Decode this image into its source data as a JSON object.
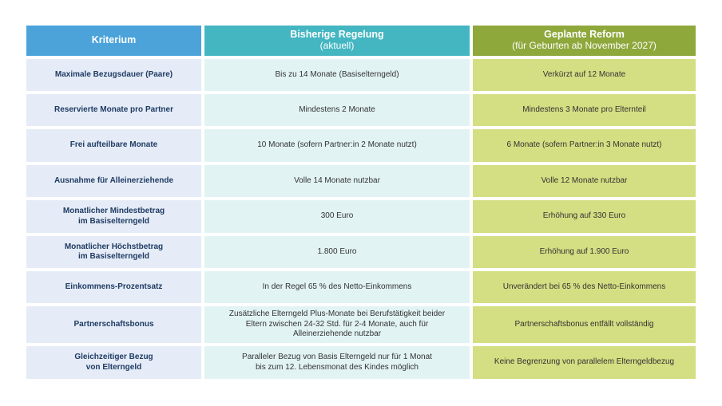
{
  "table": {
    "headers": {
      "kriterium": {
        "title": "Kriterium"
      },
      "bisherig": {
        "title": "Bisherige Regelung",
        "subtitle": "(aktuell)"
      },
      "reform": {
        "title": "Geplante Reform",
        "subtitle": "(für Geburten ab November 2027)"
      }
    },
    "rows": [
      {
        "kriterium": "Maximale Bezugsdauer (Paare)",
        "bisherig": "Bis zu 14 Monate (Basiselterngeld)",
        "reform": "Verkürzt auf 12 Monate"
      },
      {
        "kriterium": "Reservierte Monate pro Partner",
        "bisherig": "Mindestens 2 Monate",
        "reform": "Mindestens 3 Monate pro Elternteil"
      },
      {
        "kriterium": "Frei aufteilbare Monate",
        "bisherig": "10 Monate (sofern Partner:in 2 Monate nutzt)",
        "reform": "6 Monate (sofern Partner:in 3 Monate nutzt)"
      },
      {
        "kriterium": "Ausnahme für Alleinerziehende",
        "bisherig": "Volle 14 Monate nutzbar",
        "reform": "Volle 12 Monate nutzbar"
      },
      {
        "kriterium": "Monatlicher Mindestbetrag\nim Basiselterngeld",
        "bisherig": "300 Euro",
        "reform": "Erhöhung auf 330 Euro"
      },
      {
        "kriterium": "Monatlicher Höchstbetrag\nim Basiselterngeld",
        "bisherig": "1.800 Euro",
        "reform": "Erhöhung auf 1.900 Euro"
      },
      {
        "kriterium": "Einkommens-Prozentsatz",
        "bisherig": "In der Regel 65 % des Netto-Einkommens",
        "reform": "Unverändert bei 65 % des Netto-Einkommens"
      },
      {
        "kriterium": "Partnerschaftsbonus",
        "bisherig": "Zusätzliche Elterngeld Plus-Monate bei Berufstätigkeit beider\nEltern zwischen 24-32 Std. für 2-4 Monate, auch für\nAlleinerziehende nutzbar",
        "reform": "Partnerschaftsbonus entfällt vollständig"
      },
      {
        "kriterium": "Gleichzeitiger Bezug\nvon Elterngeld",
        "bisherig": "Paralleler Bezug von Basis Elterngeld nur für 1 Monat\nbis zum 12. Lebensmonat des Kindes möglich",
        "reform": "Keine Begrenzung von parallelem Elterngeldbezug"
      }
    ]
  },
  "colors": {
    "header_kriterium": "#4ba3da",
    "header_bisherig": "#44b6c2",
    "header_reform": "#8ea83c",
    "cell_kriterium": "#e5ecf7",
    "cell_bisherig": "#e2f3f4",
    "cell_reform": "#d4de82",
    "kriterium_text": "#1f3b63"
  }
}
